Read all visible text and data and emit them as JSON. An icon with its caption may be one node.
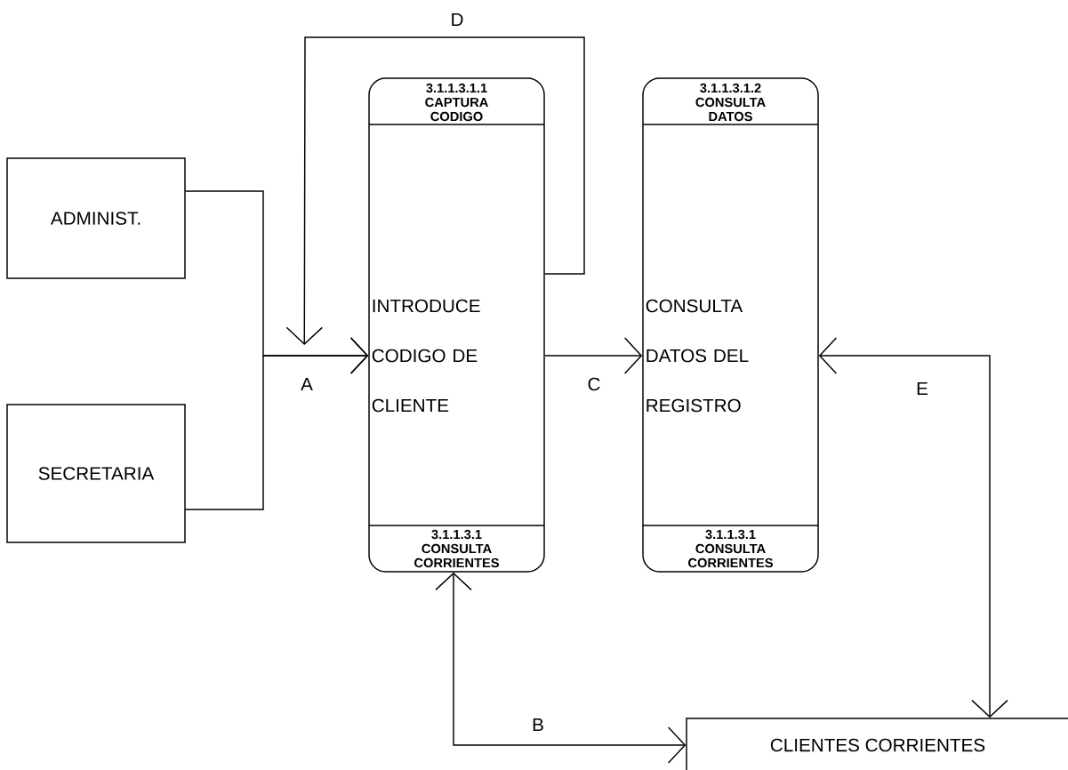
{
  "diagram": {
    "nodes": [
      {
        "text": [
          "ADMINIST."
        ]
      },
      {
        "text": [
          "SECRETARIA"
        ]
      },
      {
        "text": [
          "3.1.1.3.1.1 CAPTURA CODIGO",
          "INTRODUCE CODIGO DE CLIENTE",
          "3.1.1.3.1 CONSULTA CORRIENTES"
        ]
      },
      {
        "text": [
          "3.1.1.3.1.2 CONSULTA DATOS",
          "CONSULTA DATOS DEL REGISTRO",
          "3.1.1.3.1 CONSULTA CORRIENTES"
        ]
      },
      {
        "text": [
          "CLIENTES CORRIENTES"
        ]
      }
    ],
    "edges": [
      {
        "from": 0,
        "to": 2,
        "arrow": "to",
        "label": "A"
      },
      {
        "from": 1,
        "to": 2,
        "arrow": "to"
      },
      {
        "from": 2,
        "to": 2,
        "arrow": "to",
        "label": "D"
      },
      {
        "from": 2,
        "to": 3,
        "arrow": "to",
        "label": "C"
      },
      {
        "from": 2,
        "to": 4,
        "arrow": "both",
        "label": "B"
      },
      {
        "from": 3,
        "to": 4,
        "arrow": "both",
        "label": "E"
      }
    ]
  }
}
